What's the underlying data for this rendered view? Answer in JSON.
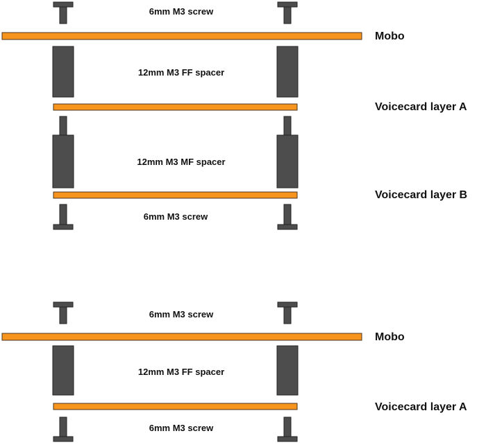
{
  "colors": {
    "pcb_fill": "#f7941d",
    "pcb_stroke": "#4a3520",
    "hardware_fill": "#4d4d4d",
    "hardware_stroke": "#222222",
    "text": "#111111"
  },
  "icons": {
    "screw": "screw-icon",
    "spacer": "spacer-icon",
    "pcb": "pcb-board-icon"
  },
  "diagrams": [
    {
      "labels": {
        "top_screw": "6mm M3 screw",
        "mobo": "Mobo",
        "ff_spacer": "12mm M3 FF spacer",
        "layer_a": "Voicecard layer A",
        "mf_spacer": "12mm M3 MF spacer",
        "layer_b": "Voicecard layer B",
        "bottom_screw": "6mm M3 screw"
      }
    },
    {
      "labels": {
        "top_screw": "6mm M3 screw",
        "mobo": "Mobo",
        "ff_spacer": "12mm M3 FF spacer",
        "layer_a": "Voicecard layer A",
        "bottom_screw": "6mm M3 screw"
      }
    }
  ]
}
